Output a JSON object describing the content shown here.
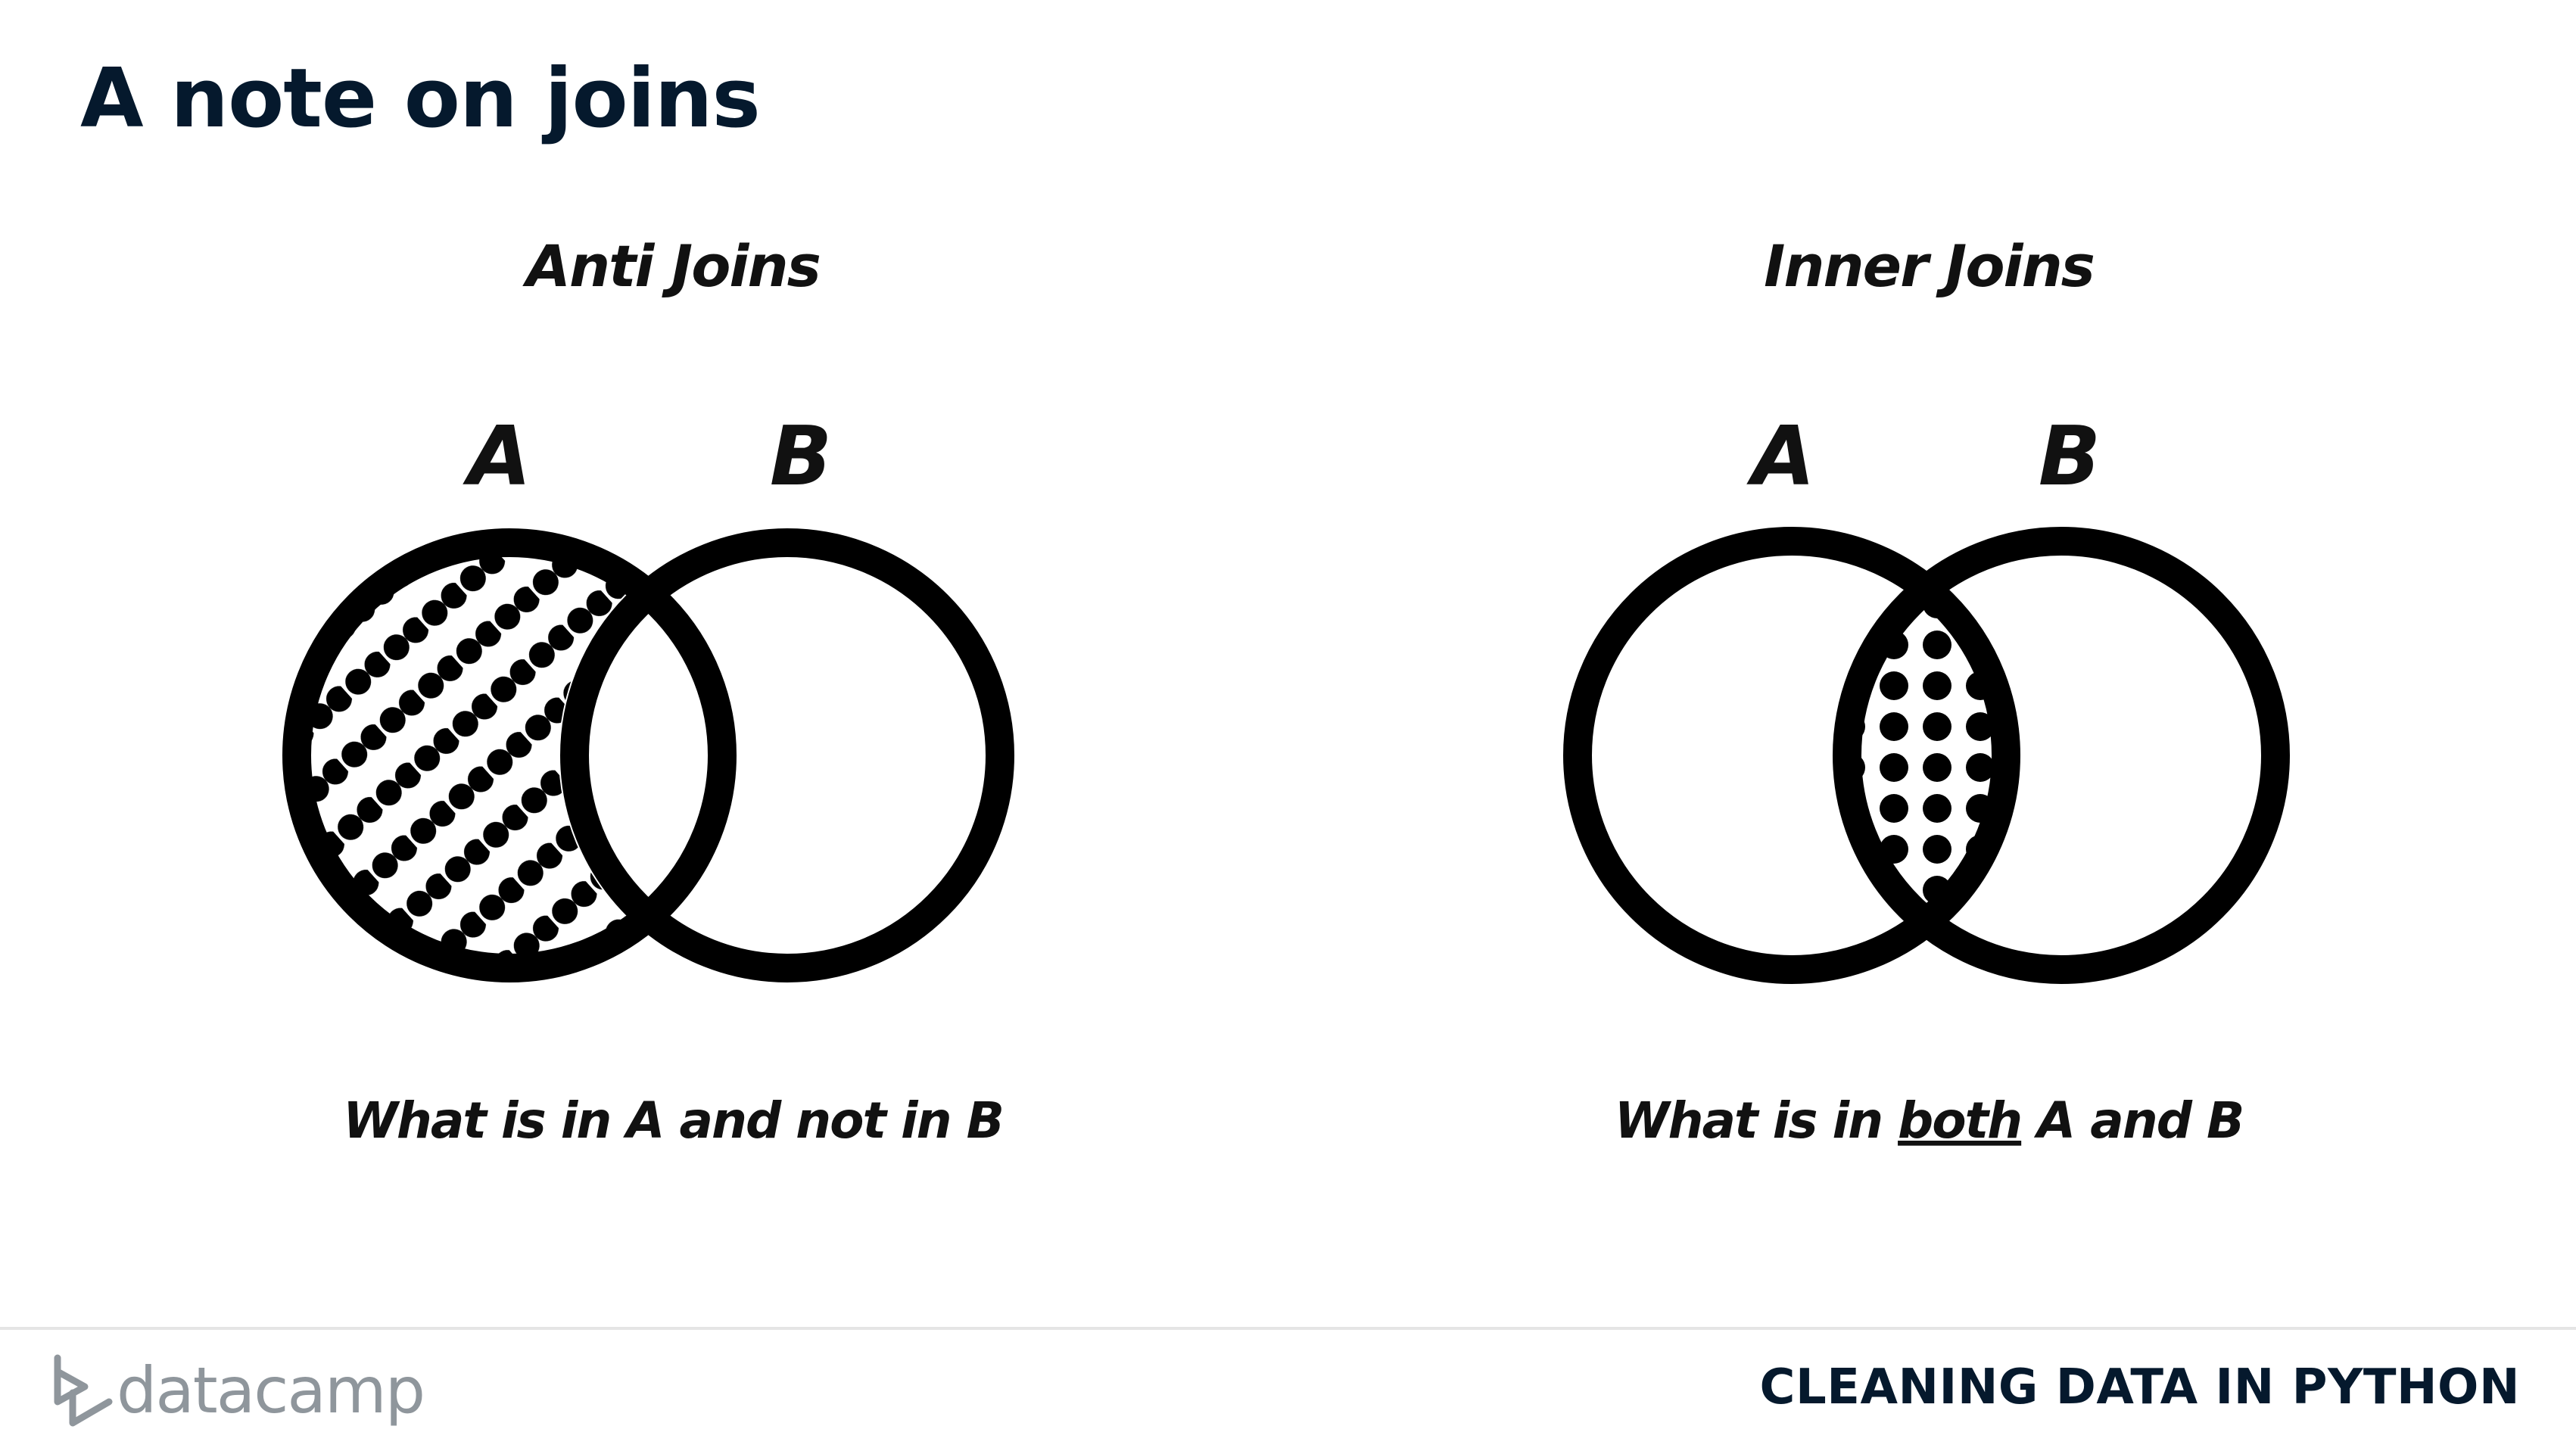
{
  "slide": {
    "title": "A note on joins"
  },
  "diagrams": [
    {
      "title": "Anti Joins",
      "left_label": "A",
      "right_label": "B",
      "caption_parts": [
        "What is in A and not in B"
      ],
      "shaded_region": "A only"
    },
    {
      "title": "Inner Joins",
      "left_label": "A",
      "right_label": "B",
      "caption_parts": [
        "What is in ",
        "both",
        " A and B"
      ],
      "shaded_region": "intersection of A and B"
    }
  ],
  "footer": {
    "logo_text": "datacamp",
    "course_name": "CLEANING DATA IN PYTHON"
  },
  "colors": {
    "title": "#05192d",
    "diagram_ink": "#000000",
    "logo_gray": "#8f969c",
    "divider": "#e5e5e5"
  },
  "icons": {
    "logo": "datacamp-logo-icon"
  }
}
